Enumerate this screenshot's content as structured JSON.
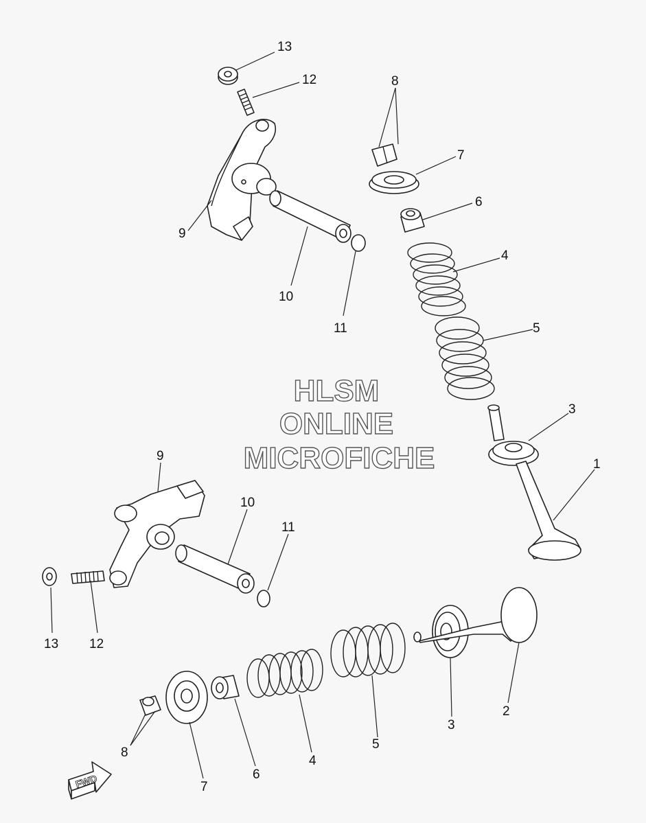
{
  "watermark": {
    "line1": "HLSM",
    "line2": "ONLINE",
    "line3": "MICROFICHE"
  },
  "direction_arrow": {
    "label": "FWD"
  },
  "callouts": [
    "1",
    "2",
    "3",
    "4",
    "5",
    "6",
    "7",
    "8",
    "9",
    "10",
    "11",
    "12",
    "13"
  ]
}
